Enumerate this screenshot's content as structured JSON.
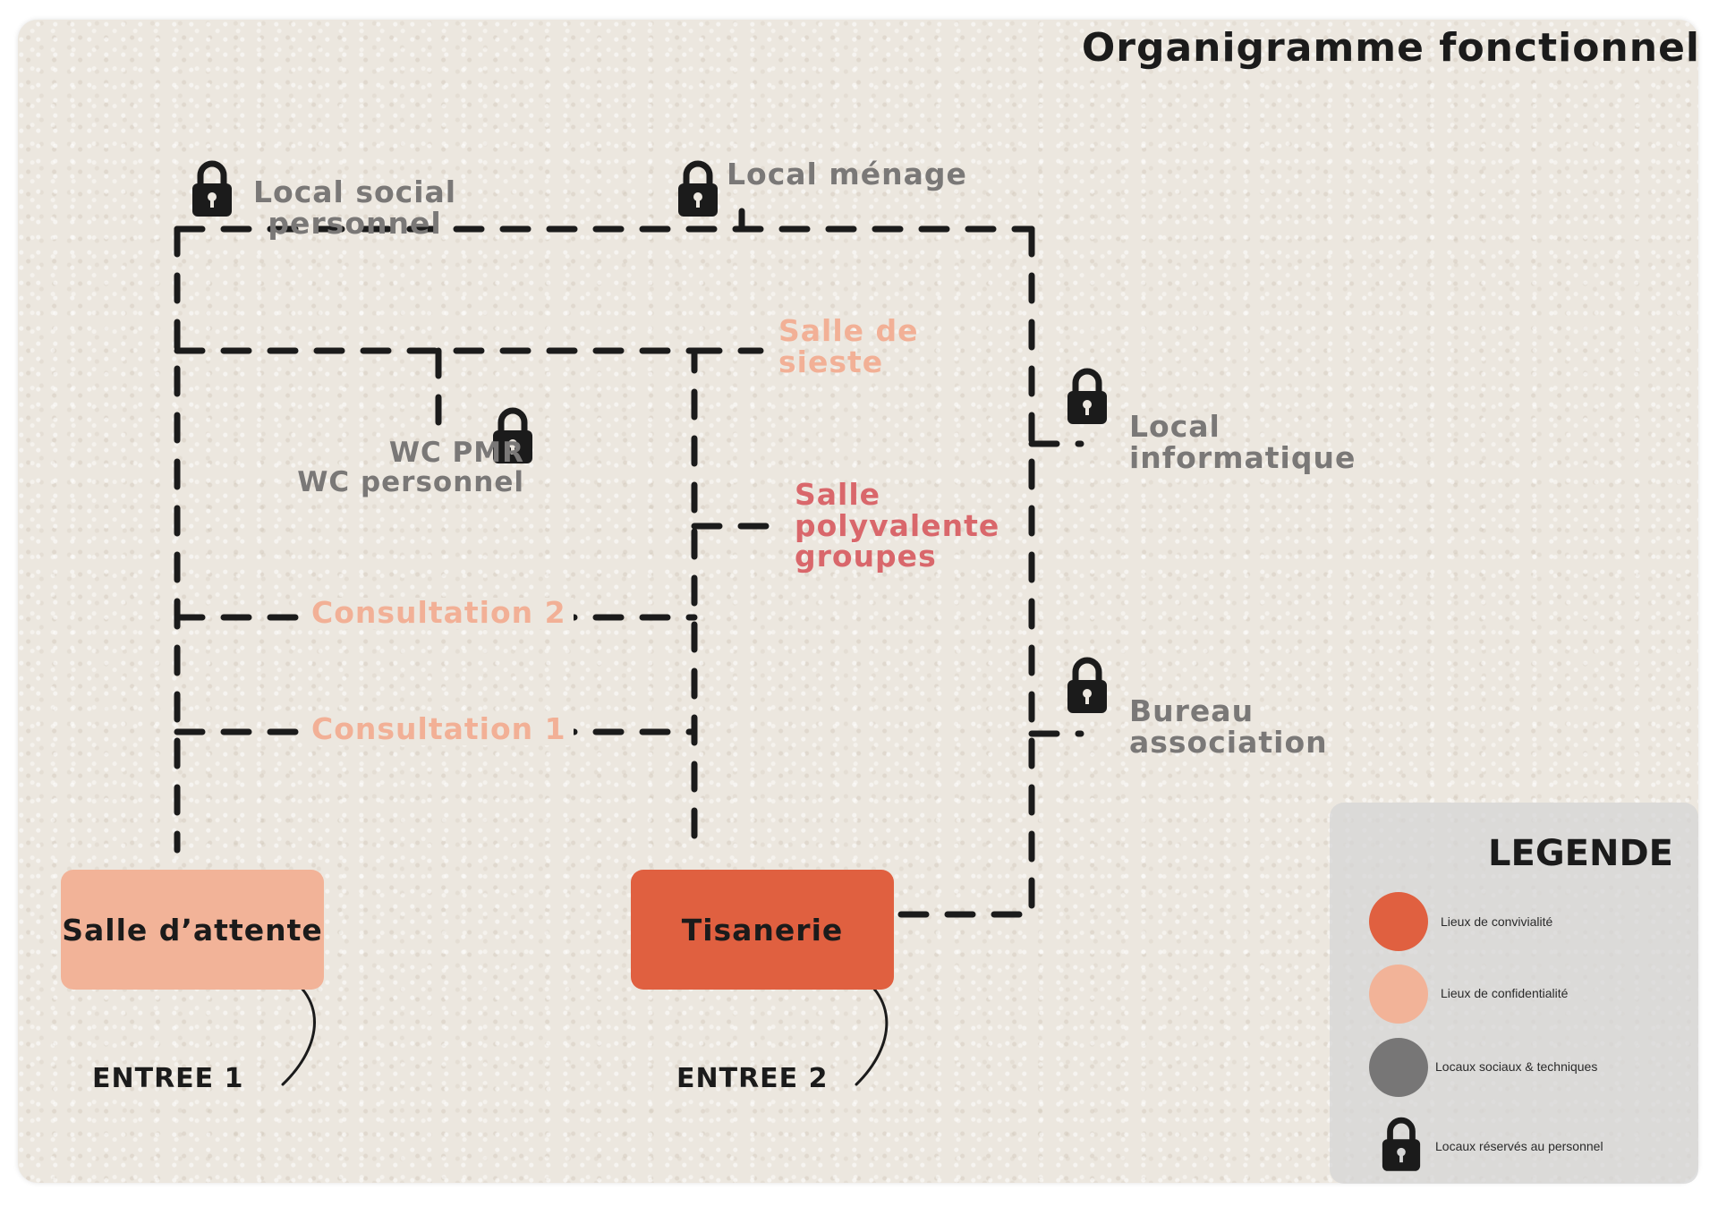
{
  "title": "Organigramme fonctionnel",
  "rooms": {
    "local_social": [
      "Local social",
      "personnel"
    ],
    "local_menage": "Local ménage",
    "salle_sieste": [
      "Salle de",
      "sieste"
    ],
    "wc": [
      "WC PMR",
      "WC personnel"
    ],
    "local_informatique": [
      "Local",
      "informatique"
    ],
    "salle_polyvalente": [
      "Salle",
      "polyvalente",
      "groupes"
    ],
    "consultation_2": "Consultation 2",
    "consultation_1": "Consultation 1",
    "bureau_association": [
      "Bureau",
      "association"
    ],
    "salle_attente": "Salle d’attente",
    "tisanerie": "Tisanerie"
  },
  "entrances": {
    "entree_1": "ENTREE 1",
    "entree_2": "ENTREE 2"
  },
  "legend": {
    "title": "LEGENDE",
    "items": [
      {
        "label": "Lieux de convivialité",
        "color": "#e06040"
      },
      {
        "label": "Lieux de confidentialité",
        "color": "#f2b398"
      },
      {
        "label": "Locaux sociaux & techniques",
        "color": "#777676"
      },
      {
        "label": "Locaux réservés au personnel",
        "icon": "lock-icon"
      }
    ]
  },
  "colors": {
    "convivialite": "#e06040",
    "confidentialite": "#f2b398",
    "sociaux_techniques": "#777676",
    "label_gray": "#7a7877",
    "label_peach": "#f2b096",
    "label_rose": "#d9676b",
    "lines": "#1b1b1b"
  }
}
